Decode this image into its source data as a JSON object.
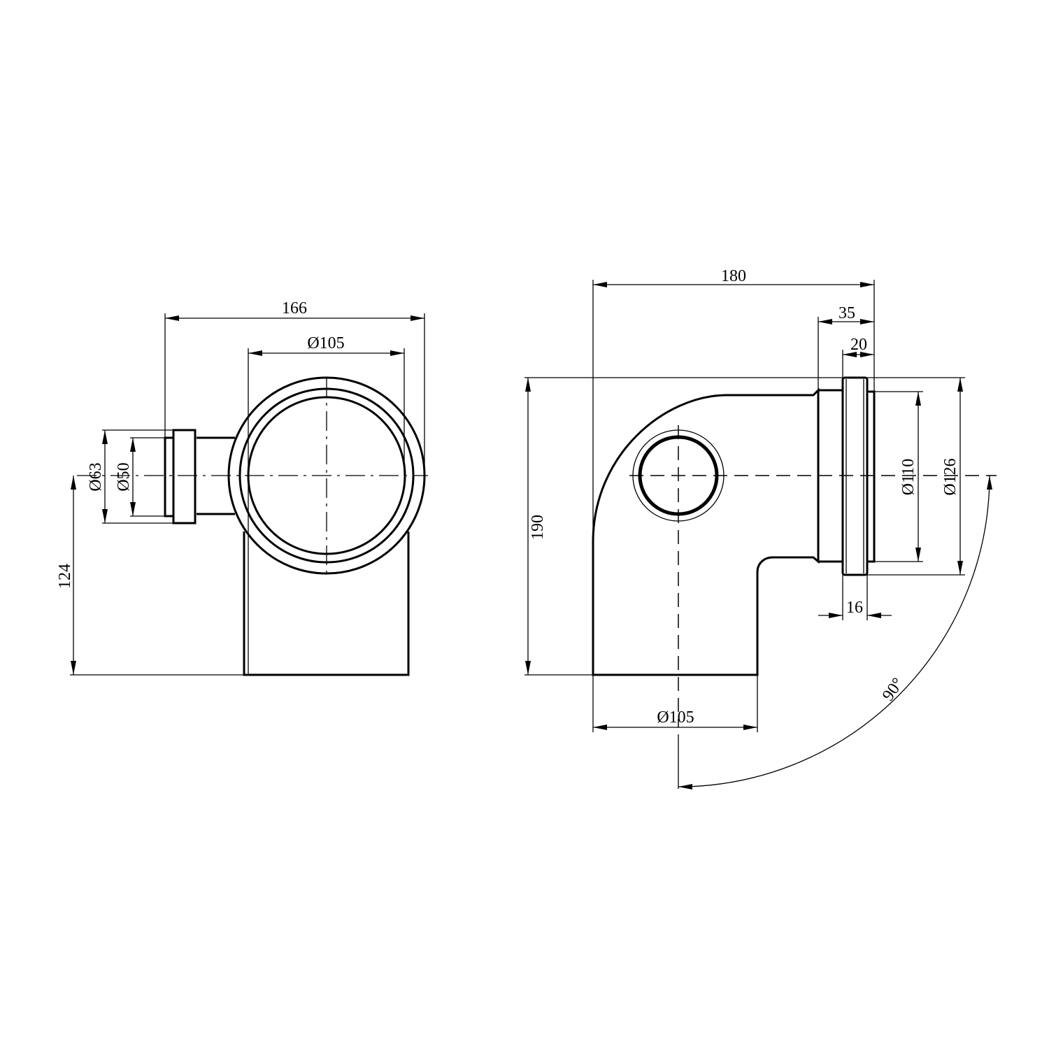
{
  "left_view": {
    "width_overall": "166",
    "main_diameter": "Ø105",
    "branch_outer_diameter": "Ø63",
    "branch_inner_diameter": "Ø50",
    "branch_height": "124"
  },
  "right_view": {
    "length_overall": "180",
    "socket_length": "35",
    "ring_offset": "20",
    "height_overall": "190",
    "ring_width": "16",
    "inner_diameter": "Ø110",
    "outer_diameter": "Ø126",
    "outlet_diameter": "Ø105",
    "bend_angle": "90°"
  }
}
